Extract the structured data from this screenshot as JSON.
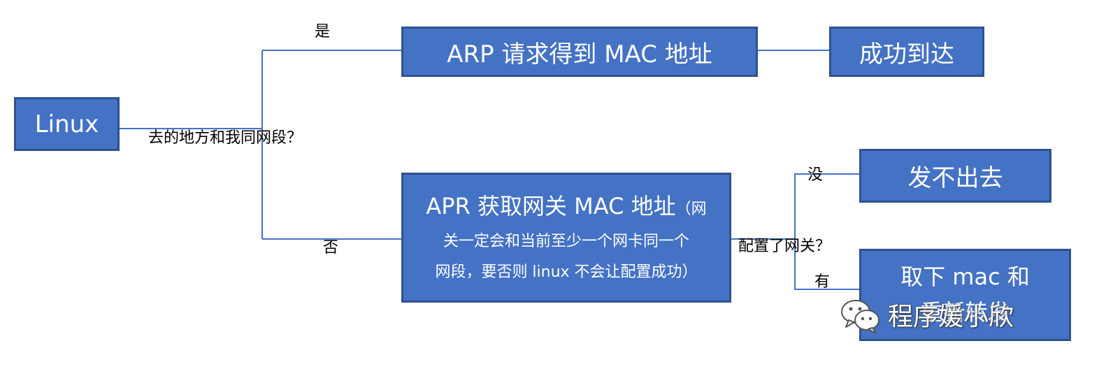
{
  "nodes": {
    "linux": "Linux",
    "arp_success": "ARP 请求得到 MAC 地址",
    "arrive": "成功到达",
    "apr_gateway_title": "APR 获取网关 MAC 地址",
    "apr_gateway_note_1": "（网",
    "apr_gateway_note_2": "关一定会和当前至少一个网卡同一个",
    "apr_gateway_note_3": "网段，要否则 linux 不会让配置成功）",
    "cannot_send": "发不出去",
    "take_mac_1": "取下 mac 和",
    "take_mac_2": "重新转发"
  },
  "labels": {
    "same_segment_question": "去的地方和我同网段？",
    "yes": "是",
    "no": "否",
    "gateway_question": "配置了网关？",
    "without": "没",
    "with": "有"
  },
  "watermark": {
    "text": "程序媛小欣",
    "icon": "wechat-icon"
  },
  "colors": {
    "node_fill": "#4472c4",
    "node_border": "#2f528f",
    "connector": "#4472c4"
  }
}
